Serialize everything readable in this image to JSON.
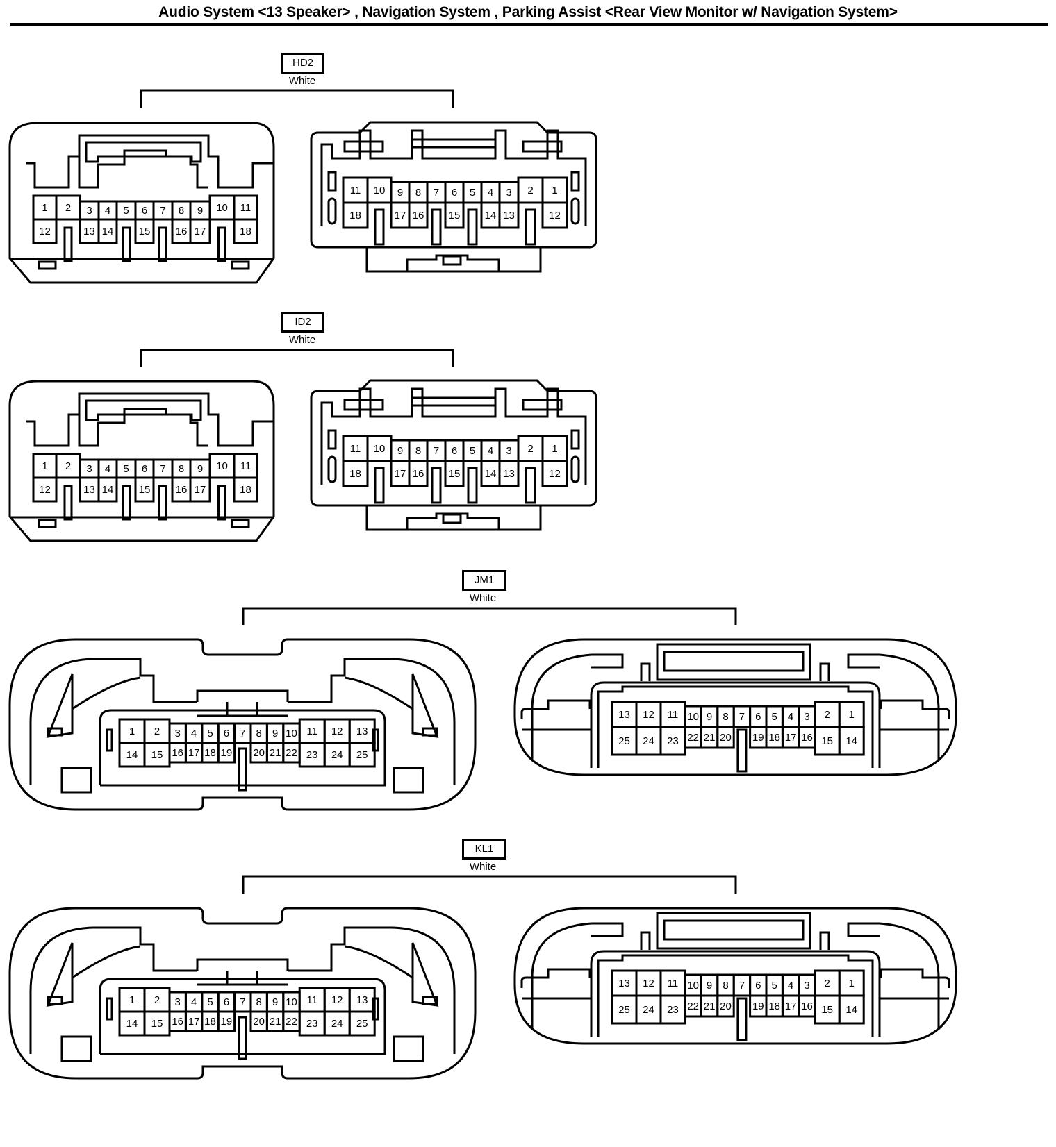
{
  "title": "Audio System <13 Speaker> , Navigation System , Parking Assist <Rear View Monitor w/ Navigation System>",
  "connectors": [
    {
      "id": "HD2",
      "color": "White",
      "type": "18-pin",
      "left_view": {
        "top_row": [
          "1",
          "2",
          "3",
          "4",
          "5",
          "6",
          "7",
          "8",
          "9",
          "10",
          "11"
        ],
        "bottom_row": [
          "12",
          "",
          "13",
          "14",
          "",
          "15",
          "",
          "16",
          "17",
          "",
          "18"
        ]
      },
      "right_view": {
        "top_row": [
          "11",
          "10",
          "9",
          "8",
          "7",
          "6",
          "5",
          "4",
          "3",
          "2",
          "1"
        ],
        "bottom_row": [
          "18",
          "",
          "17",
          "16",
          "",
          "15",
          "",
          "14",
          "13",
          "",
          "12"
        ]
      }
    },
    {
      "id": "ID2",
      "color": "White",
      "type": "18-pin",
      "left_view": {
        "top_row": [
          "1",
          "2",
          "3",
          "4",
          "5",
          "6",
          "7",
          "8",
          "9",
          "10",
          "11"
        ],
        "bottom_row": [
          "12",
          "",
          "13",
          "14",
          "",
          "15",
          "",
          "16",
          "17",
          "",
          "18"
        ]
      },
      "right_view": {
        "top_row": [
          "11",
          "10",
          "9",
          "8",
          "7",
          "6",
          "5",
          "4",
          "3",
          "2",
          "1"
        ],
        "bottom_row": [
          "18",
          "",
          "17",
          "16",
          "",
          "15",
          "",
          "14",
          "13",
          "",
          "12"
        ]
      }
    },
    {
      "id": "JM1",
      "color": "White",
      "type": "25-pin",
      "left_view": {
        "top_row": [
          "1",
          "2",
          "3",
          "4",
          "5",
          "6",
          "7",
          "8",
          "9",
          "10",
          "11",
          "12",
          "13"
        ],
        "bottom_row": [
          "14",
          "15",
          "16",
          "17",
          "18",
          "19",
          "",
          "20",
          "21",
          "22",
          "23",
          "24",
          "25"
        ]
      },
      "right_view": {
        "top_row": [
          "13",
          "12",
          "11",
          "10",
          "9",
          "8",
          "7",
          "6",
          "5",
          "4",
          "3",
          "2",
          "1"
        ],
        "bottom_row": [
          "25",
          "24",
          "23",
          "22",
          "21",
          "20",
          "",
          "19",
          "18",
          "17",
          "16",
          "15",
          "14"
        ]
      }
    },
    {
      "id": "KL1",
      "color": "White",
      "type": "25-pin",
      "left_view": {
        "top_row": [
          "1",
          "2",
          "3",
          "4",
          "5",
          "6",
          "7",
          "8",
          "9",
          "10",
          "11",
          "12",
          "13"
        ],
        "bottom_row": [
          "14",
          "15",
          "16",
          "17",
          "18",
          "19",
          "",
          "20",
          "21",
          "22",
          "23",
          "24",
          "25"
        ]
      },
      "right_view": {
        "top_row": [
          "13",
          "12",
          "11",
          "10",
          "9",
          "8",
          "7",
          "6",
          "5",
          "4",
          "3",
          "2",
          "1"
        ],
        "bottom_row": [
          "25",
          "24",
          "23",
          "22",
          "21",
          "20",
          "",
          "19",
          "18",
          "17",
          "16",
          "15",
          "14"
        ]
      }
    }
  ]
}
